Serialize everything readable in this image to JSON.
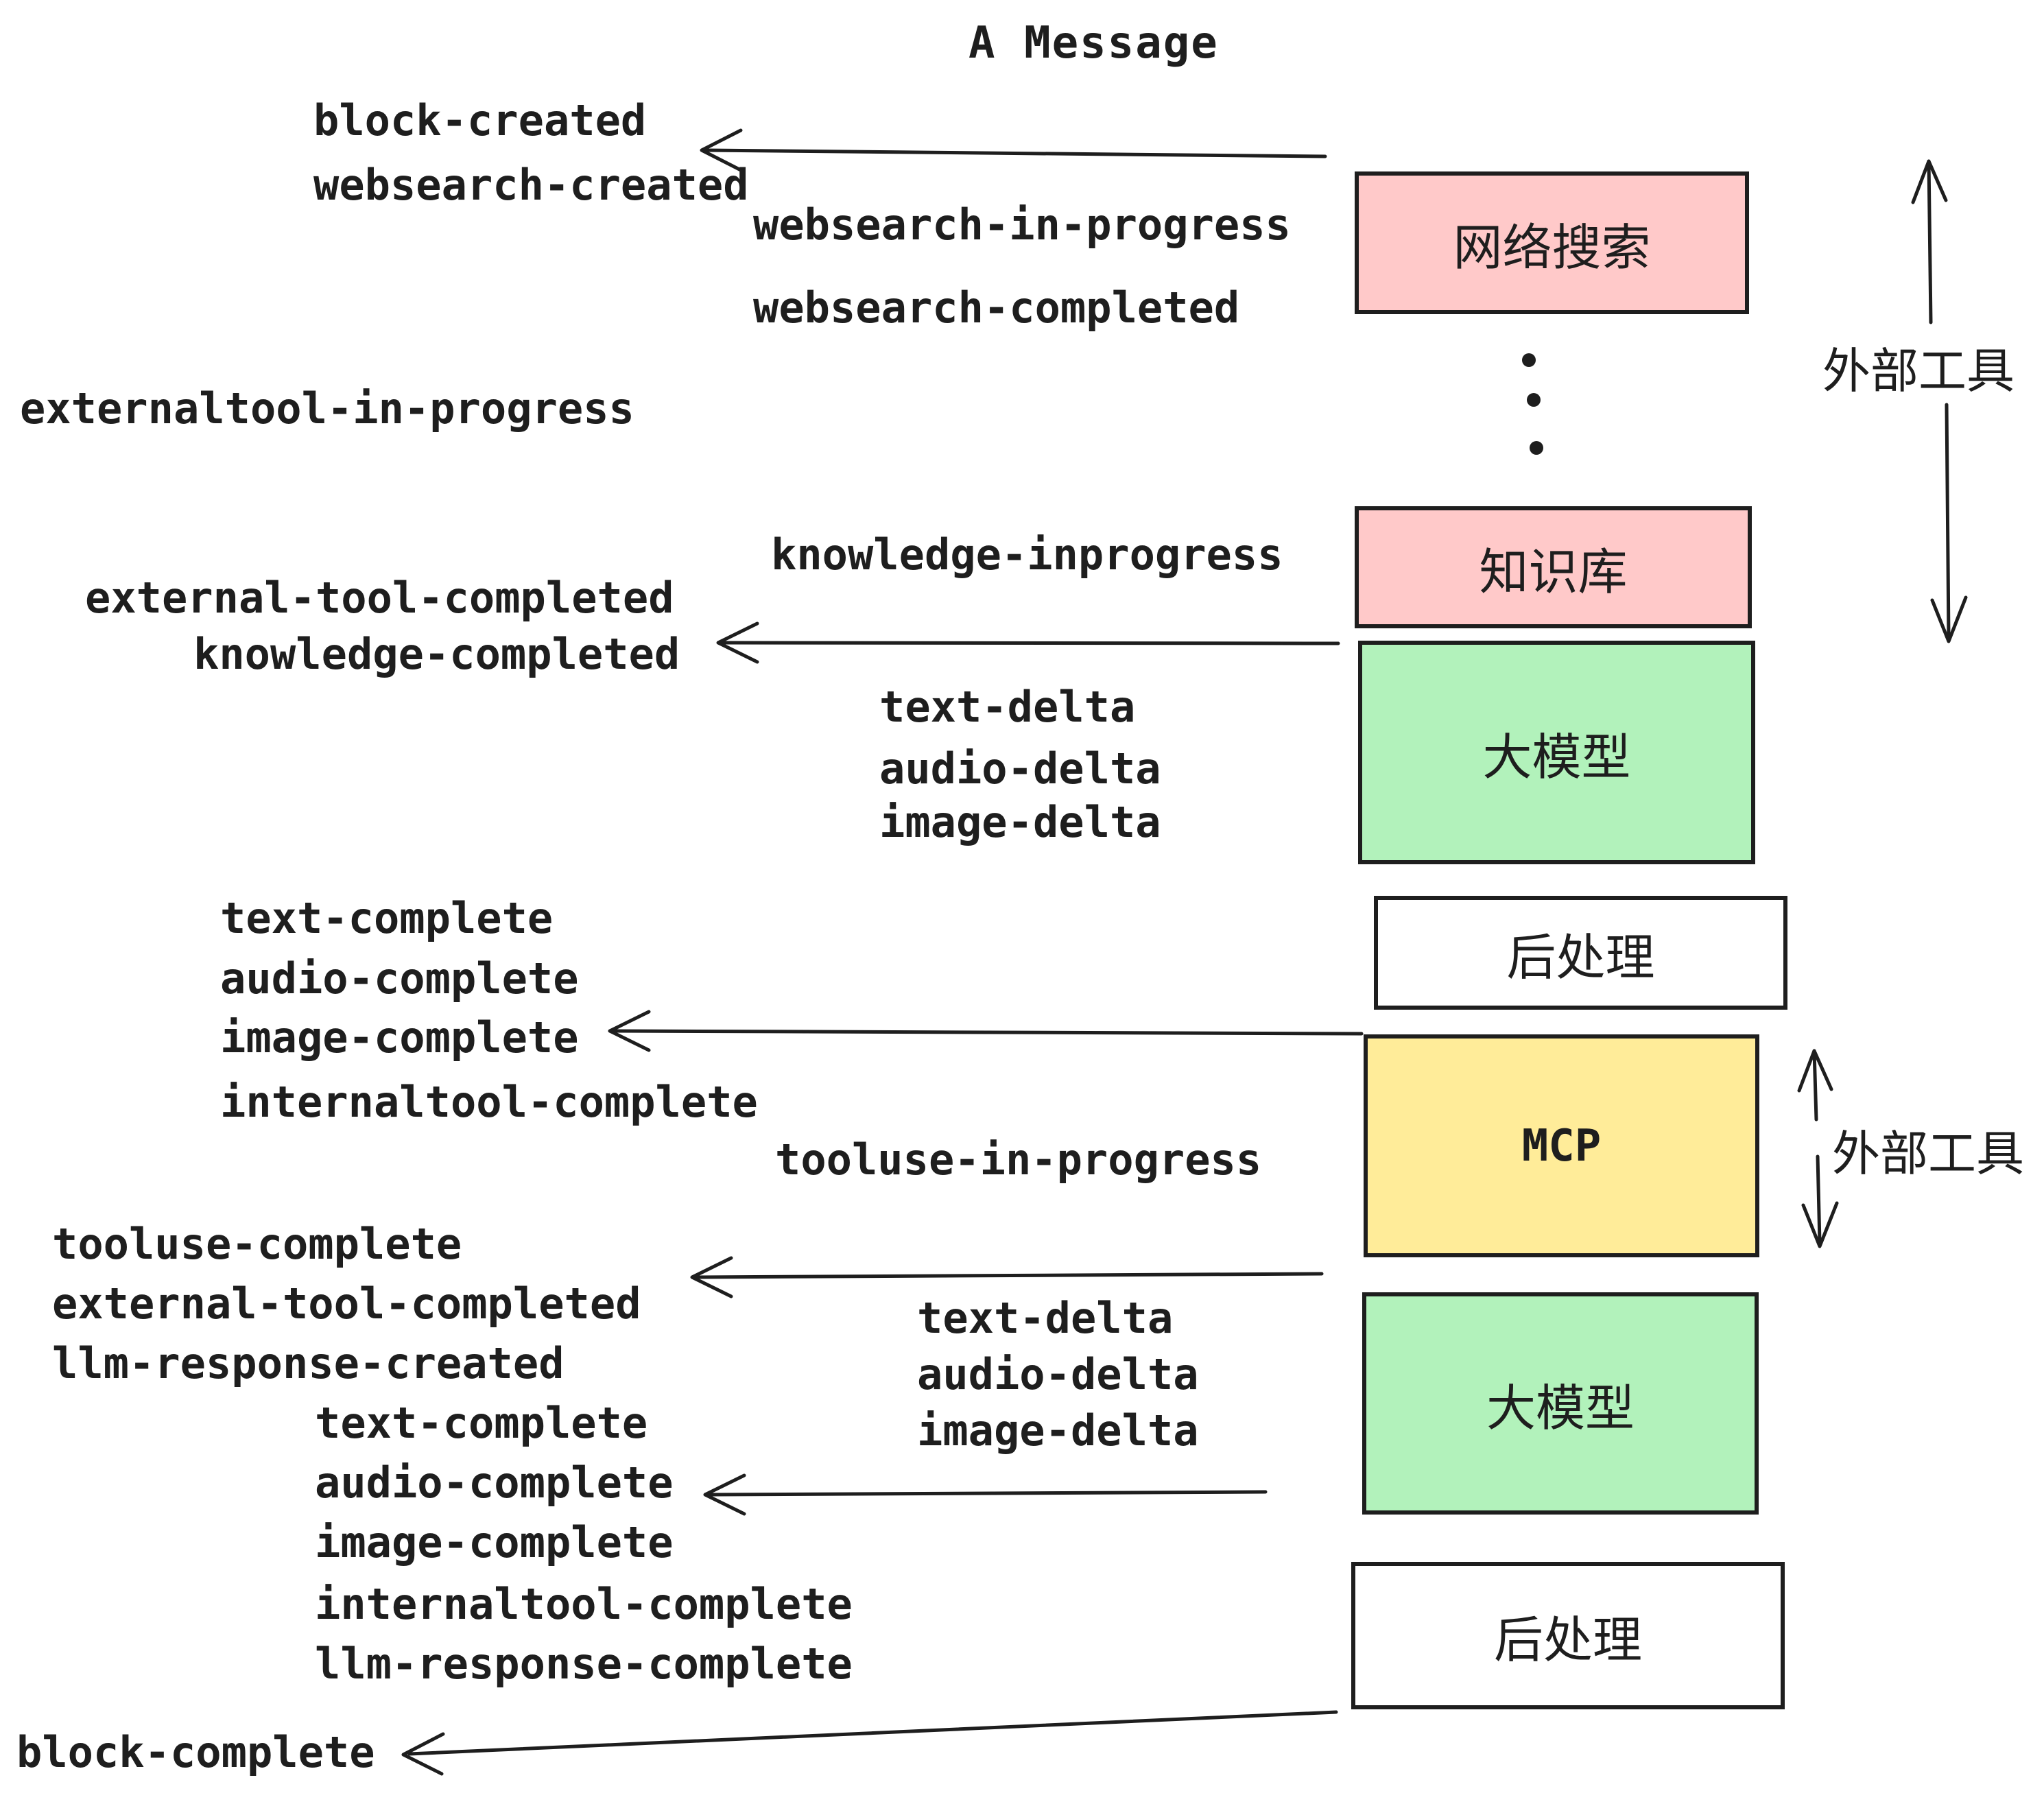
{
  "title": "A Message",
  "colors": {
    "ink": "#1e1e1e",
    "websearch_fill": "#FFC9C9",
    "knowledge_fill": "#FFC9C9",
    "llm_fill": "#B2F2BB",
    "postprocess_fill": "#FFFFFF",
    "mcp_fill": "#FFEC99",
    "background": "#FFFFFF"
  },
  "boxes": [
    {
      "id": "websearch",
      "label": "网络搜索"
    },
    {
      "id": "knowledge",
      "label": "知识库"
    },
    {
      "id": "llm-1",
      "label": "大模型"
    },
    {
      "id": "post-1",
      "label": "后处理"
    },
    {
      "id": "mcp",
      "label": "MCP"
    },
    {
      "id": "llm-2",
      "label": "大模型"
    },
    {
      "id": "post-2",
      "label": "后处理"
    }
  ],
  "side_labels": {
    "external_tools_1": "外部工具",
    "external_tools_2": "外部工具"
  },
  "events": {
    "block_created": "block-created",
    "websearch_created": "websearch-created",
    "websearch_in_progress": "websearch-in-progress",
    "websearch_completed": "websearch-completed",
    "externaltool_in_progress": "externaltool-in-progress",
    "knowledge_inprogress": "knowledge-inprogress",
    "external_tool_completed_1": "external-tool-completed",
    "knowledge_completed": "knowledge-completed",
    "text_delta_1": "text-delta",
    "audio_delta_1": "audio-delta",
    "image_delta_1": "image-delta",
    "text_complete_1": "text-complete",
    "audio_complete_1": "audio-complete",
    "image_complete_1": "image-complete",
    "internaltool_complete_1": "internaltool-complete",
    "tooluse_in_progress": "tooluse-in-progress",
    "tooluse_complete": "tooluse-complete",
    "external_tool_completed_2": "external-tool-completed",
    "llm_response_created": "llm-response-created",
    "text_complete_2": "text-complete",
    "audio_complete_2": "audio-complete",
    "image_complete_2": "image-complete",
    "internaltool_complete_2": "internaltool-complete",
    "llm_response_complete": "llm-response-complete",
    "text_delta_2": "text-delta",
    "audio_delta_2": "audio-delta",
    "image_delta_2": "image-delta",
    "block_complete": "block-complete"
  }
}
